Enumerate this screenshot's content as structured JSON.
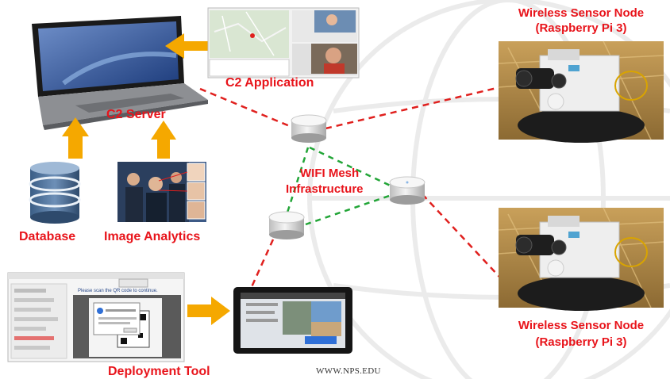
{
  "labels": {
    "c2_application": "C2 Application",
    "c2_server": "C2 Server",
    "database": "Database",
    "image_analytics": "Image Analytics",
    "mesh_line1": "WIFI Mesh",
    "mesh_line2": "Infrastructure",
    "deployment_tool": "Deployment Tool",
    "node_top_line1": "Wireless Sensor Node",
    "node_top_line2": "(Raspberry Pi 3)",
    "node_bottom_line1": "Wireless Sensor Node",
    "node_bottom_line2": "(Raspberry Pi 3)",
    "footer": "WWW.NPS.EDU",
    "qr_prompt": "Please scan the QR code to continue."
  },
  "colors": {
    "label_red": "#e8141b",
    "arrow_orange": "#f5a800",
    "link_red": "#e0201e",
    "link_green": "#22a537"
  },
  "icons": {
    "laptop": "laptop-icon",
    "database": "database-icon",
    "router": "mesh-router-icon",
    "arrow": "orange-arrow-icon"
  }
}
